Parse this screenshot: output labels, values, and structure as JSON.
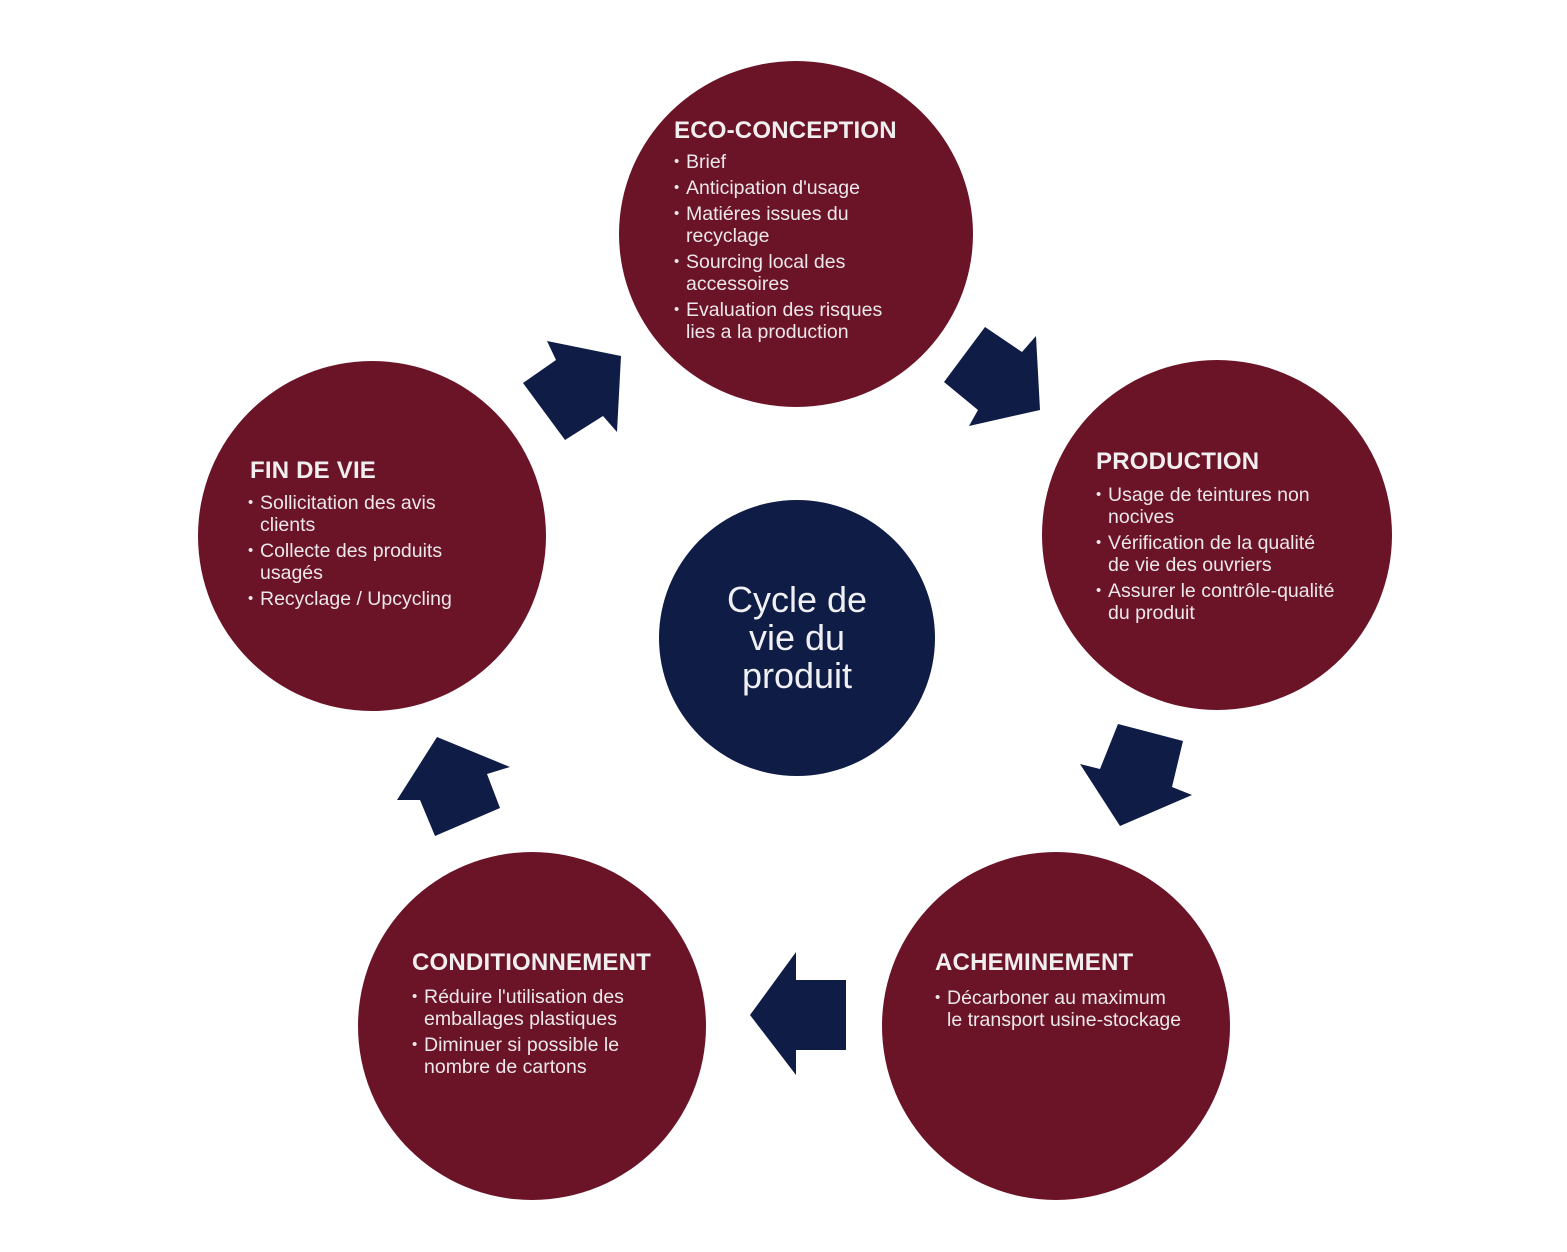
{
  "diagram": {
    "center_label": "Cycle de vie du produit",
    "colors": {
      "stage_fill": "#6b1428",
      "center_fill": "#0f1c45",
      "arrow_fill": "#0f1c45",
      "text": "#f0ecee"
    },
    "stages": [
      {
        "title": "ECO-CONCEPTION",
        "items": [
          "Brief",
          "Anticipation d'usage",
          "Matiéres issues du recyclage",
          "Sourcing local des accessoires",
          "Evaluation des risques lies a la production"
        ]
      },
      {
        "title": "PRODUCTION",
        "items": [
          "Usage de teintures non nocives",
          "Vérification de la qualité de vie des ouvriers",
          "Assurer le contrôle-qualité du produit"
        ]
      },
      {
        "title": "ACHEMINEMENT",
        "items": [
          "Décarboner au maximum le transport usine-stockage"
        ]
      },
      {
        "title": "CONDITIONNEMENT",
        "items": [
          "Réduire l'utilisation des emballages plastiques",
          "Diminuer si possible le nombre de cartons"
        ]
      },
      {
        "title": "FIN DE VIE",
        "items": [
          "Sollicitation des avis clients",
          "Collecte des produits usagés",
          "Recyclage / Upcycling"
        ]
      }
    ],
    "arrows": [
      {
        "from": "ECO-CONCEPTION",
        "to": "PRODUCTION",
        "icon": "arrow-down-right-icon"
      },
      {
        "from": "PRODUCTION",
        "to": "ACHEMINEMENT",
        "icon": "arrow-down-left-icon"
      },
      {
        "from": "ACHEMINEMENT",
        "to": "CONDITIONNEMENT",
        "icon": "arrow-left-icon"
      },
      {
        "from": "CONDITIONNEMENT",
        "to": "FIN DE VIE",
        "icon": "arrow-up-left-icon"
      },
      {
        "from": "FIN DE VIE",
        "to": "ECO-CONCEPTION",
        "icon": "arrow-up-right-icon"
      }
    ]
  }
}
